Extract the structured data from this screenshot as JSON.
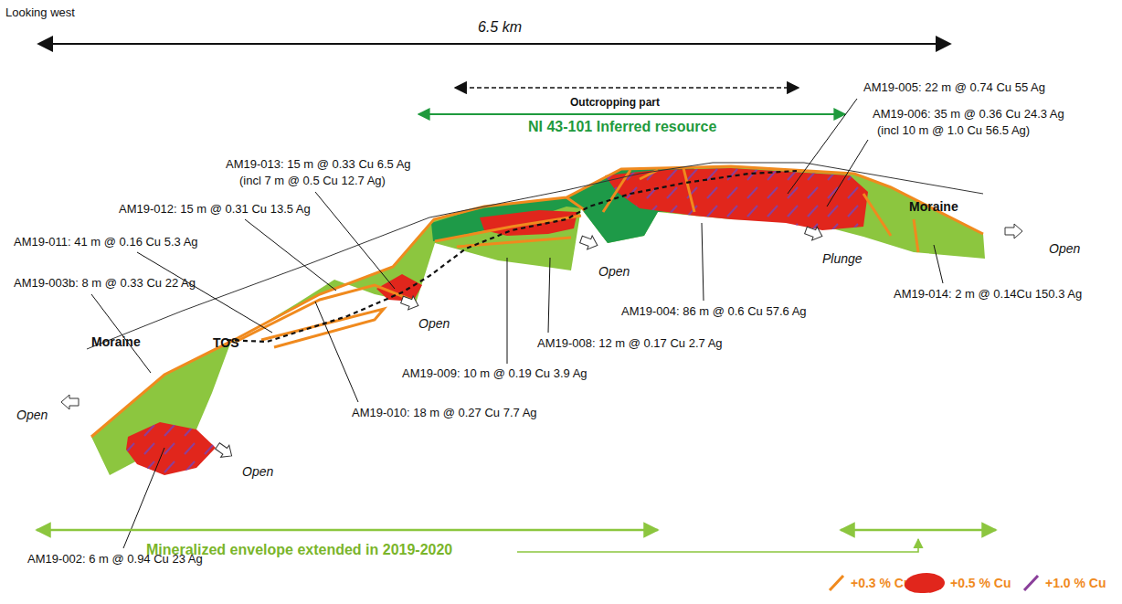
{
  "diagram": {
    "labels": [
      "Looking west",
      "6.5 km",
      "Outcropping part",
      "NI 43-101 Inferred resource",
      "AM19-005: 22 m @ 0.74 Cu 55 Ag",
      "AM19-006: 35 m @ 0.36 Cu 24.3 Ag",
      "(incl 10 m @ 1.0 Cu 56.5 Ag)",
      "AM19-013: 15 m @ 0.33 Cu 6.5 Ag",
      "(incl 7 m @ 0.5 Cu 12.7 Ag)",
      "AM19-012: 15 m @ 0.31 Cu 13.5 Ag",
      "AM19-011: 41 m @ 0.16 Cu 5.3 Ag",
      "AM19-003b: 8 m @ 0.33 Cu 22 Ag",
      "Moraine",
      "TOS",
      "Open",
      "AM19-002: 6 m @ 0.94 Cu 23 Ag",
      "Open",
      "AM19-010: 18 m @ 0.27 Cu 7.7 Ag",
      "AM19-009: 10 m @ 0.19 Cu 3.9 Ag",
      "Open",
      "AM19-008: 12 m @ 0.17 Cu 2.7 Ag",
      "Open",
      "AM19-004: 86 m @ 0.6 Cu 57.6 Ag",
      "Plunge",
      "Moraine",
      "AM19-014: 2 m @ 0.14Cu 150.3 Ag",
      "Open",
      "Mineralized envelope extended in 2019-2020"
    ],
    "legend": [
      {
        "text": "+0.3 % Cu"
      },
      {
        "text": "+0.5 % Cu",
        "color": "#e1261c"
      },
      {
        "text": "+1.0 % Cu"
      }
    ]
  }
}
